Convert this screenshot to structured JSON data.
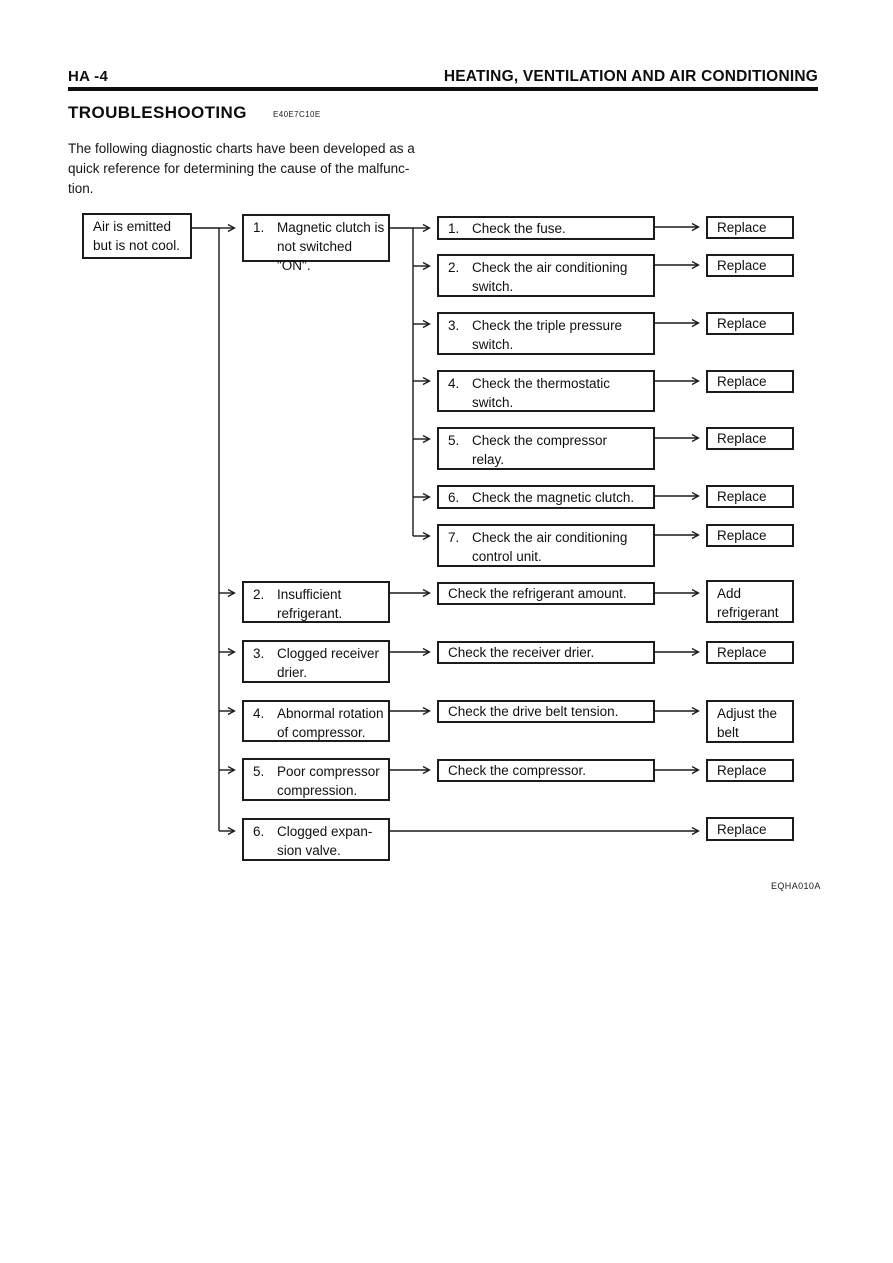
{
  "page": {
    "page_number": "HA -4",
    "chapter_title": "HEATING, VENTILATION AND AIR CONDITIONING",
    "section_heading": "TROUBLESHOOTING",
    "section_code": "E40E7C10E",
    "intro": "The following diagnostic charts have been developed as a\nquick reference for determining the cause of the malfunc-\ntion.",
    "figure_code": "EQHA010A"
  },
  "flowchart": {
    "symptom": "Air is emitted\nbut is not cool.",
    "branches": [
      {
        "cause_no": "1.",
        "cause": "Magnetic clutch is\nnot switched  \"ON\".",
        "checks": [
          {
            "no": "1.",
            "check": "Check the fuse.",
            "action": "Replace"
          },
          {
            "no": "2.",
            "check": "Check the air conditioning\nswitch.",
            "action": "Replace"
          },
          {
            "no": "3.",
            "check": "Check the triple pressure\nswitch.",
            "action": "Replace"
          },
          {
            "no": "4.",
            "check": "Check the thermostatic\nswitch.",
            "action": "Replace"
          },
          {
            "no": "5.",
            "check": "Check the compressor\nrelay.",
            "action": "Replace"
          },
          {
            "no": "6.",
            "check": "Check the magnetic clutch.",
            "action": "Replace"
          },
          {
            "no": "7.",
            "check": "Check the air conditioning\ncontrol unit.",
            "action": "Replace"
          }
        ]
      },
      {
        "cause_no": "2.",
        "cause": "Insufficient\nrefrigerant.",
        "checks": [
          {
            "check": "Check the refrigerant amount.",
            "action": "Add\nrefrigerant"
          }
        ]
      },
      {
        "cause_no": "3.",
        "cause": "Clogged receiver\ndrier.",
        "checks": [
          {
            "check": "Check the receiver drier.",
            "action": "Replace"
          }
        ]
      },
      {
        "cause_no": "4.",
        "cause": "Abnormal rotation\nof compressor.",
        "checks": [
          {
            "check": "Check the drive belt tension.",
            "action": "Adjust the\nbelt"
          }
        ]
      },
      {
        "cause_no": "5.",
        "cause": "Poor compressor\ncompression.",
        "checks": [
          {
            "check": "Check the compressor.",
            "action": "Replace"
          }
        ]
      },
      {
        "cause_no": "6.",
        "cause": "Clogged expan-\nsion valve.",
        "checks": [
          {
            "action": "Replace"
          }
        ]
      }
    ]
  }
}
